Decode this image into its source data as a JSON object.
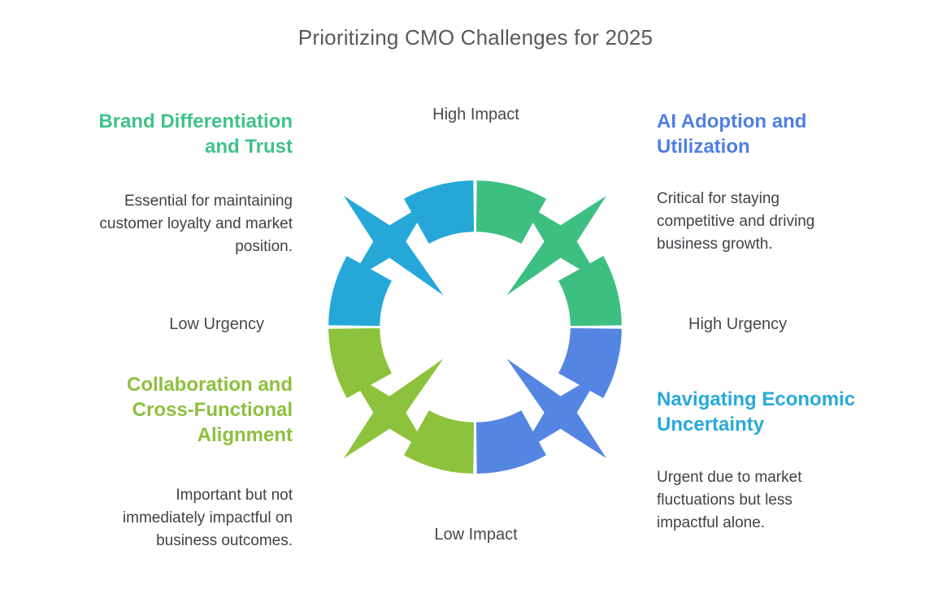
{
  "title": "Prioritizing CMO Challenges for 2025",
  "axes": {
    "top": "High Impact",
    "bottom": "Low Impact",
    "left": "Low Urgency",
    "right": "High Urgency"
  },
  "quadrants": {
    "top_left": {
      "heading": "Brand Differentiation\nand Trust",
      "heading_color": "#40C28A",
      "description": "Essential for maintaining\ncustomer loyalty and market\nposition."
    },
    "top_right": {
      "heading": "AI Adoption and\nUtilization",
      "heading_color": "#4F7FE3",
      "description": "Critical for staying\ncompetitive and driving\nbusiness growth."
    },
    "bottom_left": {
      "heading": "Collaboration and\nCross-Functional\nAlignment",
      "heading_color": "#8DC03E",
      "description": "Important but not\nimmediately impactful on\nbusiness outcomes."
    },
    "bottom_right": {
      "heading": "Navigating Economic\nUncertainty",
      "heading_color": "#27A9DC",
      "description": "Urgent due to market\nfluctuations but less\nimpactful alone."
    }
  },
  "diagram": {
    "top_left_color": "#25A8D8",
    "top_right_color": "#3DBF81",
    "bottom_right_color": "#5585E2",
    "bottom_left_color": "#8DC33C"
  },
  "text_colors": {
    "title": "#58595B",
    "body": "#3E4347",
    "axis_labels": "#47484A"
  }
}
